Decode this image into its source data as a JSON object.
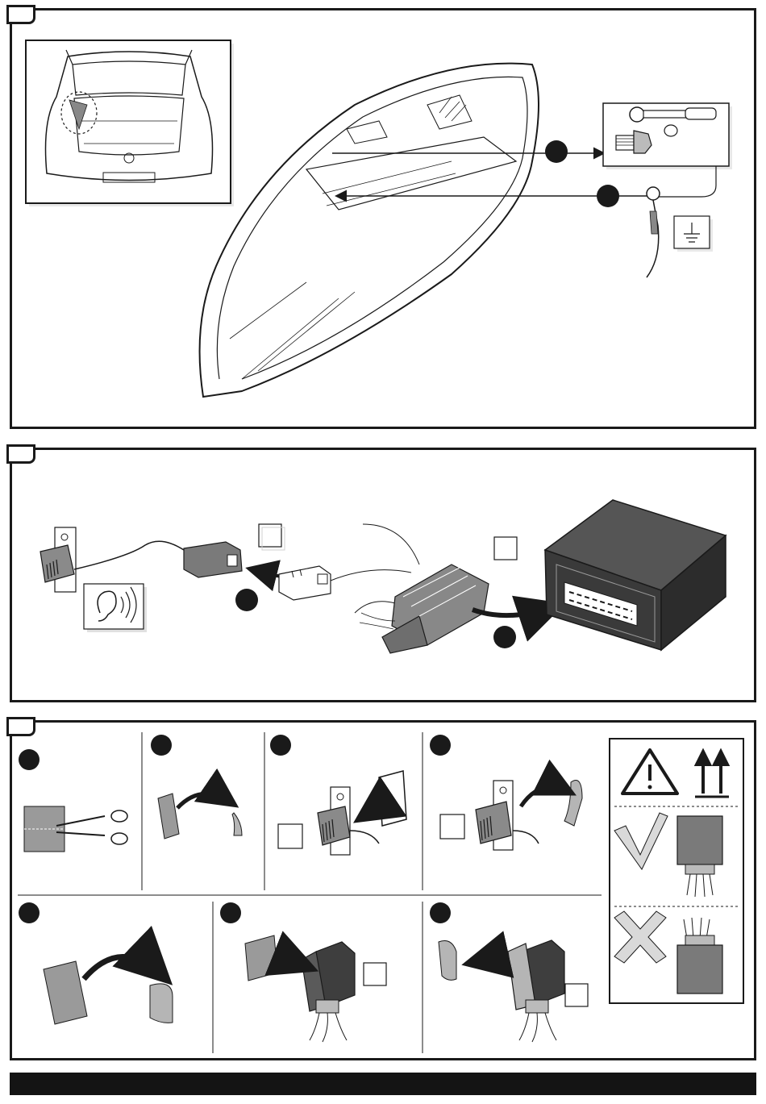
{
  "panels": [
    {
      "id": "panel-1",
      "tab_label": ""
    },
    {
      "id": "panel-2",
      "tab_label": ""
    },
    {
      "id": "panel-3",
      "tab_label": ""
    }
  ],
  "panel1": {
    "inset": "car-rear-hatch-open",
    "step_badges": [
      "",
      ""
    ],
    "tools": [
      "ratchet-wrench-icon",
      "bolt-icon",
      "nut-icon"
    ],
    "ground_symbol": "ground-icon"
  },
  "panel2": {
    "step_badges": [
      "",
      ""
    ],
    "blank_boxes": [
      "",
      ""
    ],
    "sound_icon": "ear-sound-icon",
    "module": "control-module"
  },
  "panel3": {
    "step_badges": [
      "",
      "",
      "",
      "",
      "",
      "",
      ""
    ],
    "blank_boxes": [
      "",
      "",
      "",
      "",
      ""
    ],
    "legend": [
      "warning-icon",
      "this-way-up-icon",
      "check-icon",
      "cross-icon"
    ]
  },
  "colors": {
    "ink": "#1a1a1a",
    "grey_fill": "#7a7a7a",
    "dark_module": "#3a3a3a",
    "light_grey": "#d9d9d9"
  }
}
